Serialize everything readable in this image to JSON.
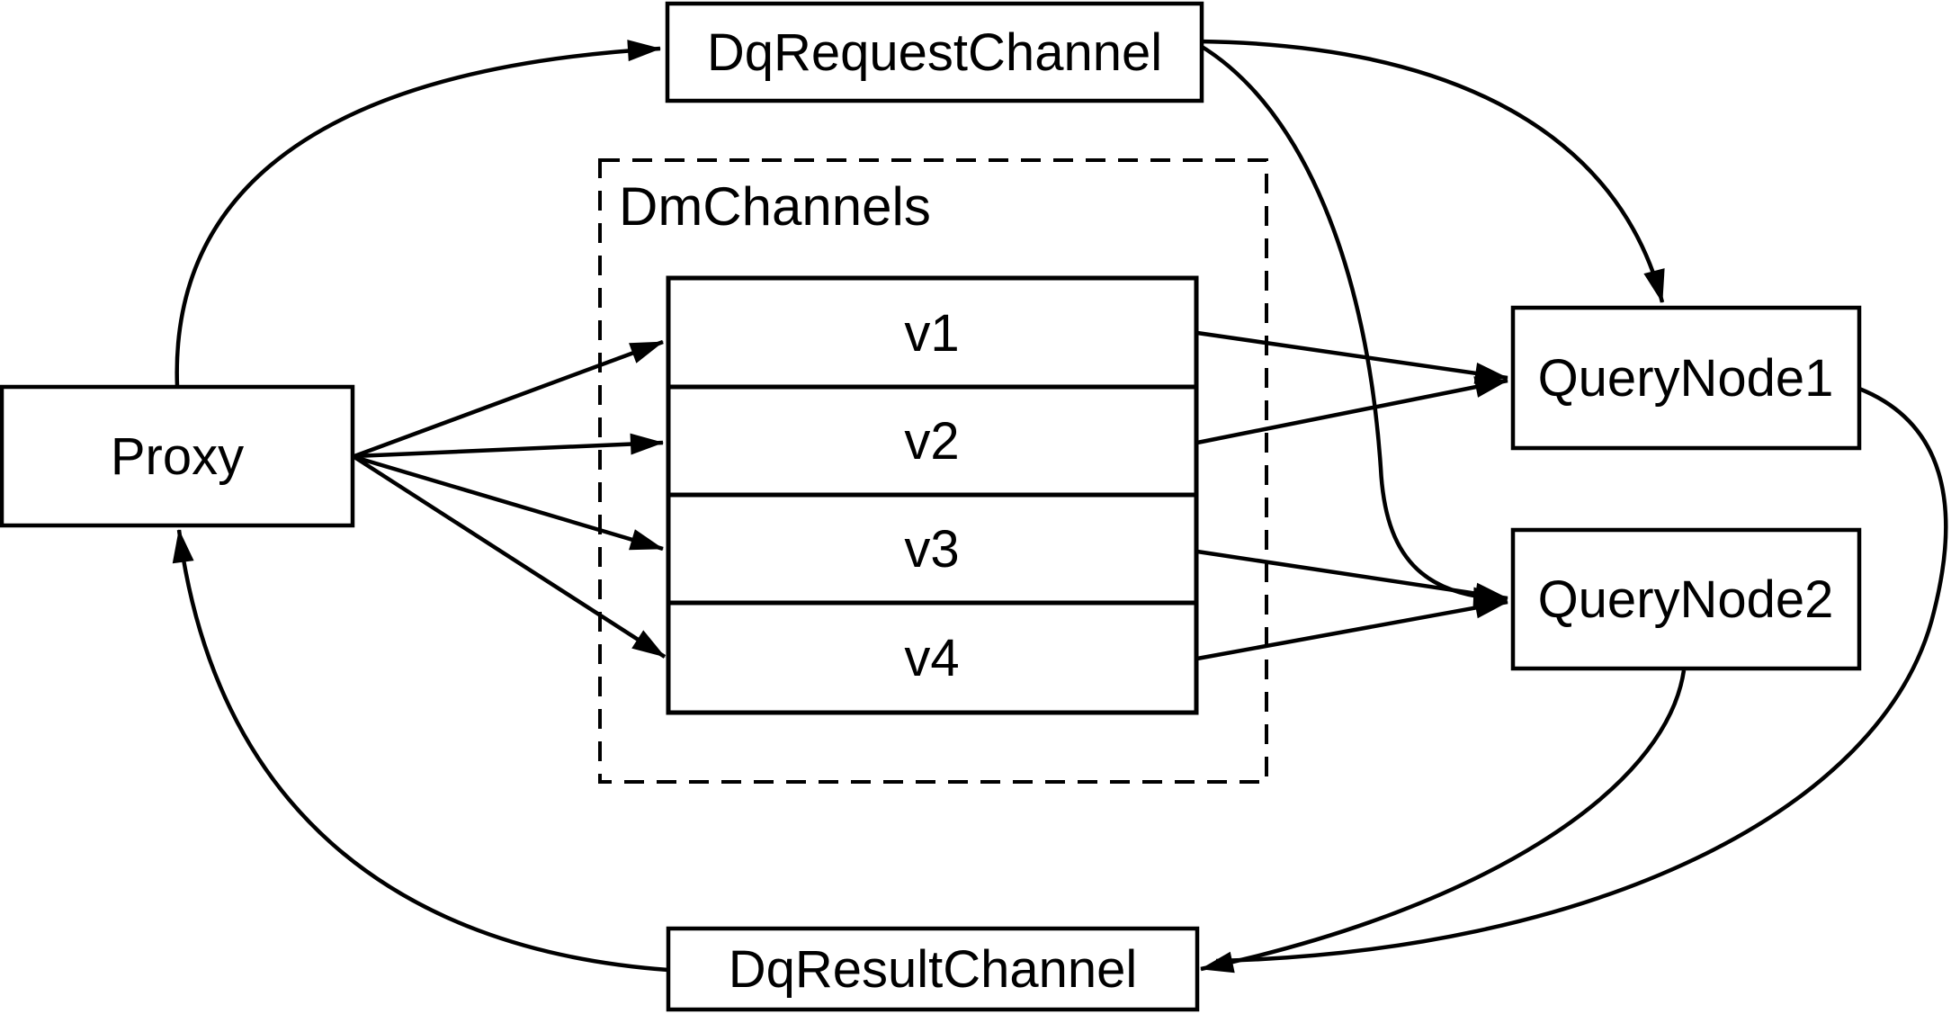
{
  "diagram": {
    "background_color": "#ffffff",
    "ink_color": "#000000",
    "nodes": {
      "dq_request_channel": {
        "label": "DqRequestChannel"
      },
      "proxy": {
        "label": "Proxy"
      },
      "dm_channels_group": {
        "label": "DmChannels"
      },
      "channels": [
        {
          "label": "v1"
        },
        {
          "label": "v2"
        },
        {
          "label": "v3"
        },
        {
          "label": "v4"
        }
      ],
      "query_node_1": {
        "label": "QueryNode1"
      },
      "query_node_2": {
        "label": "QueryNode2"
      },
      "dq_result_channel": {
        "label": "DqResultChannel"
      }
    },
    "edges": [
      {
        "from": "Proxy",
        "to": "DqRequestChannel"
      },
      {
        "from": "Proxy",
        "to": "v1"
      },
      {
        "from": "Proxy",
        "to": "v2"
      },
      {
        "from": "Proxy",
        "to": "v3"
      },
      {
        "from": "Proxy",
        "to": "v4"
      },
      {
        "from": "v1",
        "to": "QueryNode1"
      },
      {
        "from": "v2",
        "to": "QueryNode1"
      },
      {
        "from": "v3",
        "to": "QueryNode2"
      },
      {
        "from": "v4",
        "to": "QueryNode2"
      },
      {
        "from": "DqRequestChannel",
        "to": "QueryNode1"
      },
      {
        "from": "DqRequestChannel",
        "to": "QueryNode2"
      },
      {
        "from": "QueryNode1",
        "to": "DqResultChannel"
      },
      {
        "from": "QueryNode2",
        "to": "DqResultChannel"
      },
      {
        "from": "DqResultChannel",
        "to": "Proxy"
      }
    ]
  }
}
